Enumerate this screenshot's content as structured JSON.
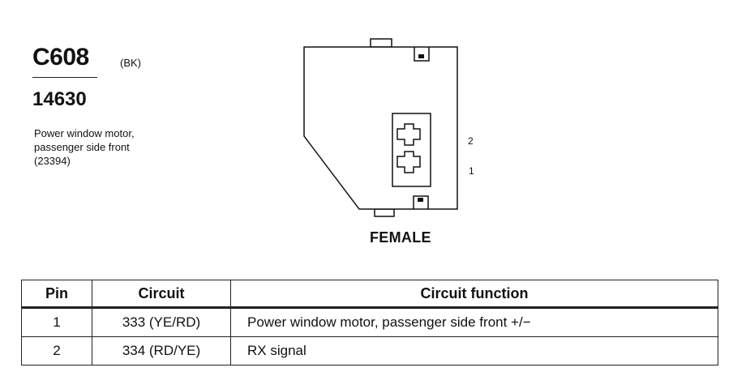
{
  "connector": {
    "id": "C608",
    "color": "(BK)",
    "part_number": "14630",
    "description": "Power window motor, passenger side front (23394)"
  },
  "diagram": {
    "pin_labels": [
      "2",
      "1"
    ],
    "gender": "FEMALE"
  },
  "table": {
    "headers": [
      "Pin",
      "Circuit",
      "Circuit function"
    ],
    "rows": [
      {
        "pin": "1",
        "circuit": "333 (YE/RD)",
        "function": "Power window motor, passenger side front  +/−"
      },
      {
        "pin": "2",
        "circuit": "334 (RD/YE)",
        "function": "RX signal"
      }
    ]
  }
}
